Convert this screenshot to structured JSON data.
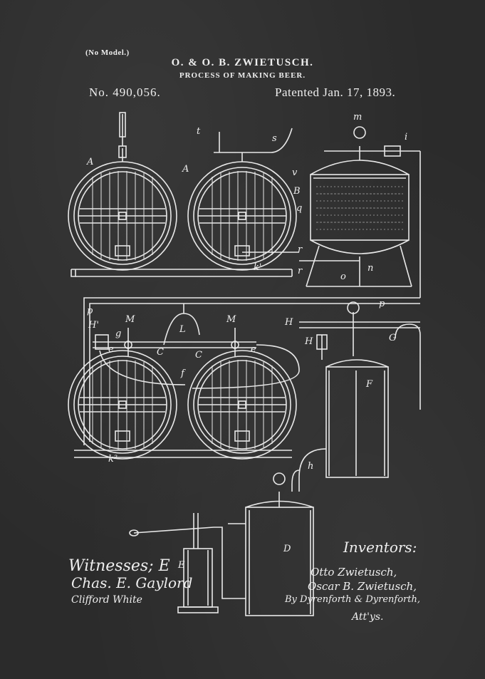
{
  "header": {
    "no_model": "(No Model.)",
    "inventors": "O. & O. B. ZWIETUSCH.",
    "title": "PROCESS OF MAKING BEER.",
    "number": "No. 490,056.",
    "date": "Patented Jan. 17, 1893."
  },
  "signatures": {
    "witnesses_label": "Witnesses; E",
    "witness_1": "Chas. E. Gaylord",
    "witness_2": "Clifford White",
    "inventors_label": "Inventors:",
    "inventor_1": "Otto Zwietusch,",
    "inventor_2": "Oscar B. Zwietusch,",
    "attorneys": "By Dyrenforth & Dyrenforth,",
    "attys": "Att'ys."
  },
  "figure_labels": {
    "a1": "A",
    "a2": "A",
    "b": "B",
    "c1": "C",
    "c2": "C",
    "d": "D",
    "e_mark": "E",
    "f1": "F",
    "g": "G",
    "h1": "H",
    "h2": "H",
    "h_prime": "H'",
    "k_prime": "k'",
    "k2": "k²",
    "l": "L",
    "m1": "M",
    "m2": "M",
    "p1": "p",
    "p2": "p",
    "r1": "r",
    "r2": "r",
    "s": "s",
    "t": "t",
    "m_small": "m",
    "i": "i",
    "v": "v",
    "q": "q",
    "o": "o",
    "n": "n",
    "g_small": "g",
    "e1": "e",
    "e2": "e",
    "f_small": "f",
    "h_small": "h"
  },
  "colors": {
    "board": "#2b2b2b",
    "chalk": "#eeeeee"
  }
}
